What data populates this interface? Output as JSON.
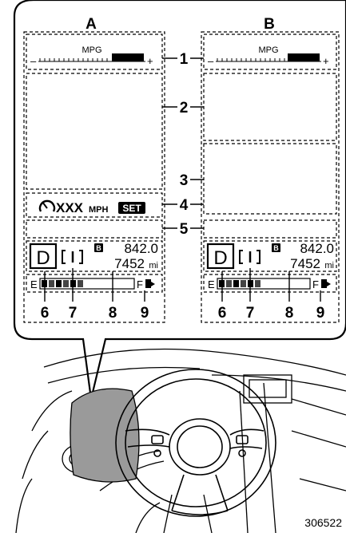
{
  "panel_a": {
    "label": "A",
    "mpg_label": "MPG",
    "minus": "–",
    "plus": "+",
    "cruise_text": "XXX",
    "cruise_unit": "MPH",
    "set_badge": "SET",
    "gear": "D",
    "trip_badge": "B",
    "trip_value": "842.0",
    "odometer": "7452",
    "odometer_unit": "mi",
    "fuel_empty": "E",
    "fuel_full": "F"
  },
  "panel_b": {
    "label": "B",
    "mpg_label": "MPG",
    "minus": "–",
    "plus": "+",
    "gear": "D",
    "trip_badge": "B",
    "trip_value": "842.0",
    "odometer": "7452",
    "odometer_unit": "mi",
    "fuel_empty": "E",
    "fuel_full": "F"
  },
  "callouts": {
    "c1": "1",
    "c2": "2",
    "c3": "3",
    "c4": "4",
    "c5": "5",
    "c6": "6",
    "c7": "7",
    "c8": "8",
    "c9": "9"
  },
  "figure_id": "306522"
}
